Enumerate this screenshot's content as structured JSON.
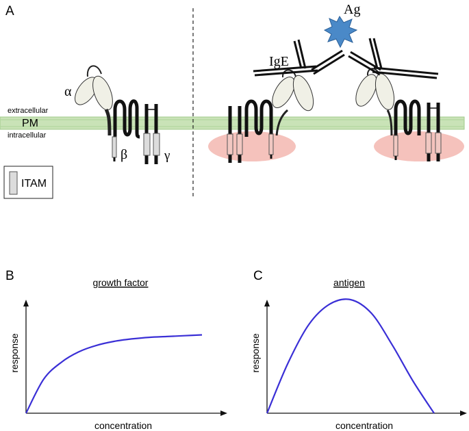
{
  "panel_a": {
    "label": "A",
    "extracellular": "extracellular",
    "membrane": "PM",
    "intracellular": "intracellular",
    "alpha": "α",
    "beta": "β",
    "gamma": "γ",
    "ige": "IgE",
    "antigen": "Ag",
    "legend_itam": "ITAM",
    "colors": {
      "membrane": "#c9e3b7",
      "membrane_edge": "#9fc98a",
      "raft": "#f3b7b0",
      "antigen": "#4a89c8",
      "subunit_fill": "#f0f0e6",
      "itam_fill": "#dcdcdc"
    }
  },
  "panel_b": {
    "label": "B",
    "title": "growth factor",
    "xlabel": "concentration",
    "ylabel": "response"
  },
  "panel_c": {
    "label": "C",
    "title": "antigen",
    "xlabel": "concentration",
    "ylabel": "response"
  },
  "chart_data": [
    {
      "type": "line",
      "title": "growth factor",
      "xlabel": "concentration",
      "ylabel": "response",
      "shape": "saturating",
      "color": "#3a2fd6",
      "x": [
        0,
        0.1,
        0.2,
        0.3,
        0.4,
        0.5,
        0.6,
        0.7,
        0.8,
        0.9,
        1.0
      ],
      "y": [
        0,
        0.42,
        0.63,
        0.76,
        0.84,
        0.89,
        0.92,
        0.94,
        0.95,
        0.96,
        0.97
      ]
    },
    {
      "type": "line",
      "title": "antigen",
      "xlabel": "concentration",
      "ylabel": "response",
      "shape": "bell",
      "color": "#3a2fd6",
      "x": [
        0,
        0.1,
        0.2,
        0.3,
        0.4,
        0.5,
        0.6,
        0.7,
        0.8
      ],
      "y": [
        0,
        0.44,
        0.78,
        0.96,
        1.0,
        0.88,
        0.6,
        0.28,
        0
      ]
    }
  ]
}
